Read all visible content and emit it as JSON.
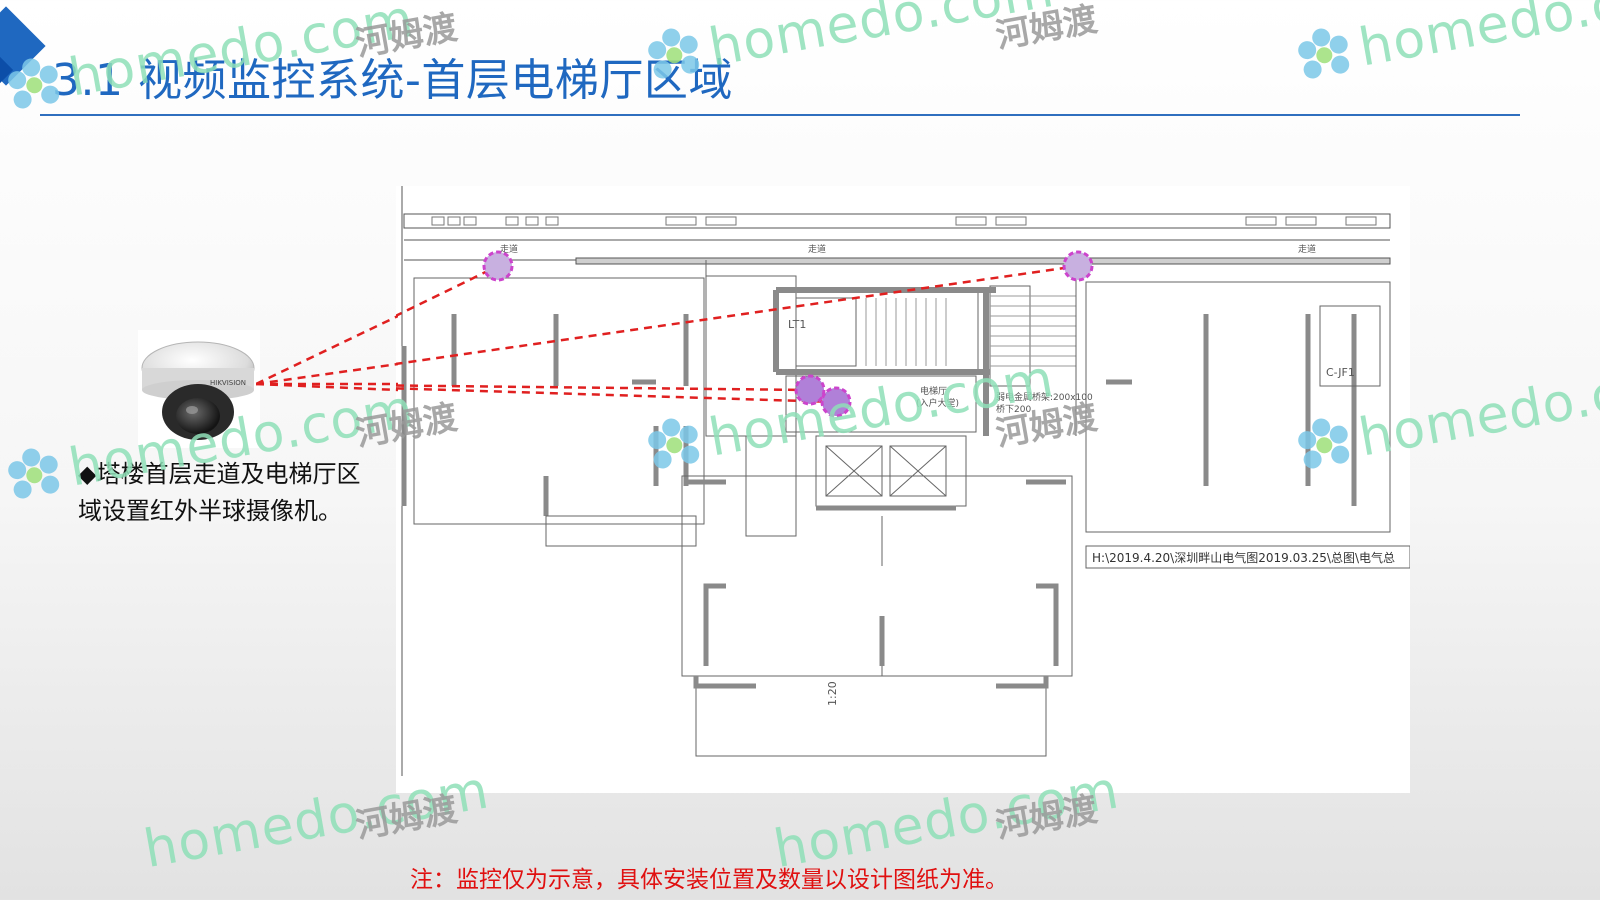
{
  "slide": {
    "title": "3.1 视频监控系统-首层电梯厅区域",
    "bullet": "◆塔楼首层走道及电梯厅区域设置红外半球摄像机。",
    "footnote": "注：监控仅为示意，具体安装位置及数量以设计图纸为准。"
  },
  "camera": {
    "brand": "HIKVISION"
  },
  "plan": {
    "file_path": "H:\\2019.4.20\\深圳畔山电气图2019.03.25\\总图\\电气总",
    "room_labels": [
      "走道",
      "走道",
      "走道",
      "LT1",
      "电梯厅",
      "(入户大堂)",
      "弱电金属桥架:200x100",
      "桥下200",
      "C-JF1",
      "1:20"
    ],
    "camera_color": "#cc44cc",
    "sightline_color": "#e02020"
  },
  "watermark": {
    "text_en": "homedo.com",
    "text_cn": "河姆渡"
  },
  "colors": {
    "title": "#1f68c0",
    "rule": "#2f6fbf",
    "footnote": "#e01010"
  }
}
